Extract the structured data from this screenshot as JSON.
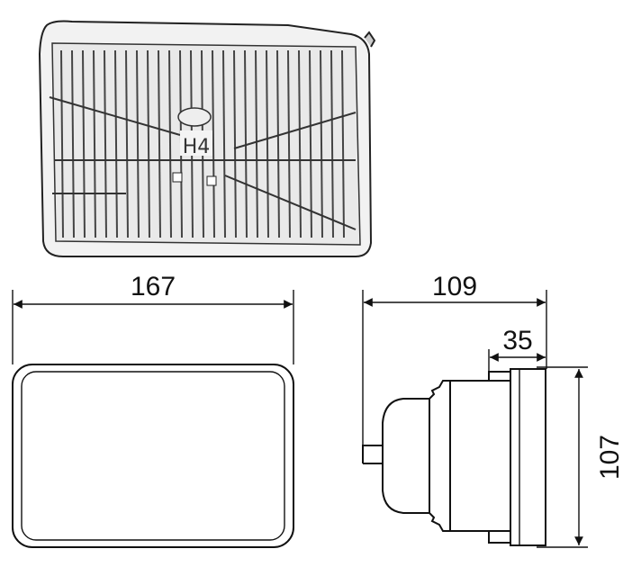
{
  "product_photo": {
    "lens_marking": "H4"
  },
  "front_view": {
    "width_label": "167",
    "width_mm": 167
  },
  "side_view": {
    "depth_label": "109",
    "depth_mm": 109,
    "rim_depth_label": "35",
    "rim_depth_mm": 35,
    "height_label": "107",
    "height_mm": 107
  }
}
